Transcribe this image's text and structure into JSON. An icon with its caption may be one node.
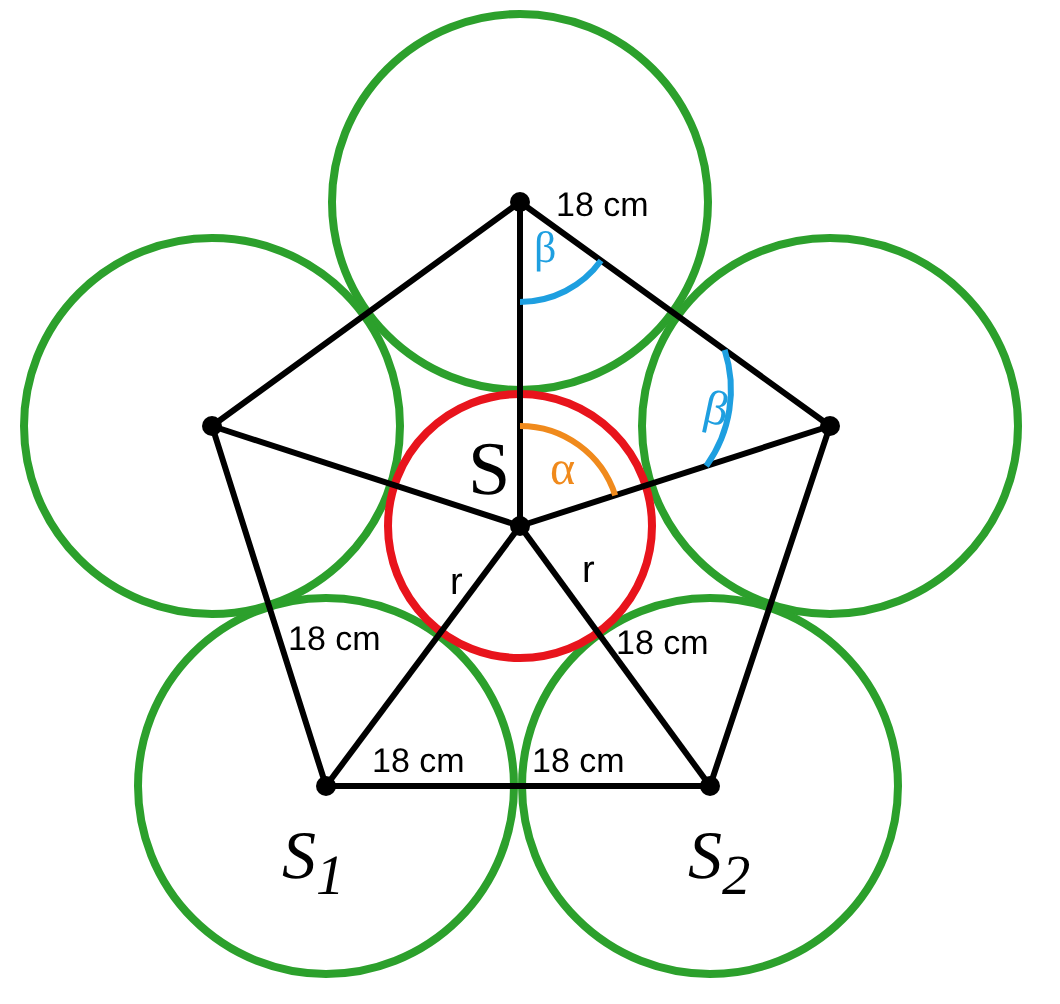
{
  "diagram": {
    "labels": [
      "18 cm",
      "β",
      "β",
      "S",
      "α",
      "r",
      "r",
      "18 cm",
      "18 cm",
      "18 cm",
      "18 cm",
      "S$_{1}$",
      "S$_{2}$"
    ]
  }
}
